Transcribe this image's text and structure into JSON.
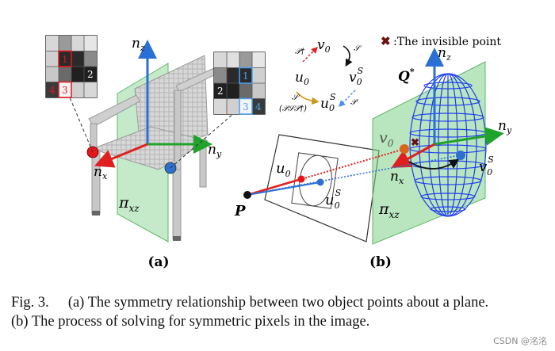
{
  "panel_a": {
    "label": "(a)",
    "axis_nz": "n",
    "axis_nz_sub": "z",
    "axis_ny": "n",
    "axis_ny_sub": "y",
    "axis_nx": "n",
    "axis_nx_sub": "x",
    "plane": "π",
    "plane_sub": "xz",
    "left_grid_numbers": [
      "1",
      "2",
      "4",
      "3"
    ],
    "right_grid_numbers": [
      "1",
      "2",
      "3",
      "4"
    ]
  },
  "panel_b": {
    "label": "(b)",
    "legend_text": ":The invisible point",
    "q_star": "Q",
    "q_star_sup": "*",
    "axis_nz": "n",
    "axis_nz_sub": "z",
    "axis_ny": "n",
    "axis_ny_sub": "y",
    "axis_nx": "n",
    "axis_nx_sub": "x",
    "plane": "π",
    "plane_sub": "xz",
    "v0": "v",
    "v0_sub": "0",
    "v0s": "v",
    "v0s_sub": "0",
    "v0s_sup": "S",
    "u0": "u",
    "u0_sub": "0",
    "u0s": "u",
    "u0s_sub": "0",
    "u0s_sup": "S",
    "point_p": "P",
    "cycle_v0": "v",
    "cycle_v0_sub": "0",
    "cycle_v0s": "v",
    "cycle_v0s_sub": "0",
    "cycle_v0s_sup": "S",
    "cycle_u0": "u",
    "cycle_u0_sub": "0",
    "cycle_u0s": "u",
    "cycle_u0s_sub": "0",
    "cycle_u0s_sup": "S",
    "op_p_dagger": "𝒫†",
    "op_s_top": "𝒮",
    "op_p_right": "𝒫",
    "op_s_left": "𝒮",
    "op_psp": "(𝒫𝒮𝒫†)"
  },
  "caption": {
    "fig_label": "Fig. 3.",
    "line1": "(a) The symmetry relationship between two object points about a plane.",
    "line2": "(b) The process of solving for symmetric pixels in the image."
  },
  "watermark": "CSDN @洺洺",
  "colors": {
    "red_axis": "#e02020",
    "green_axis": "#1fa32a",
    "blue_axis": "#2a6fd6",
    "plane_green": "#7fd18a",
    "ellipsoid_blue": "#1f3cf0",
    "red_point": "#e8141c",
    "blue_point": "#2f6fd0",
    "orange_point": "#d9661a"
  }
}
